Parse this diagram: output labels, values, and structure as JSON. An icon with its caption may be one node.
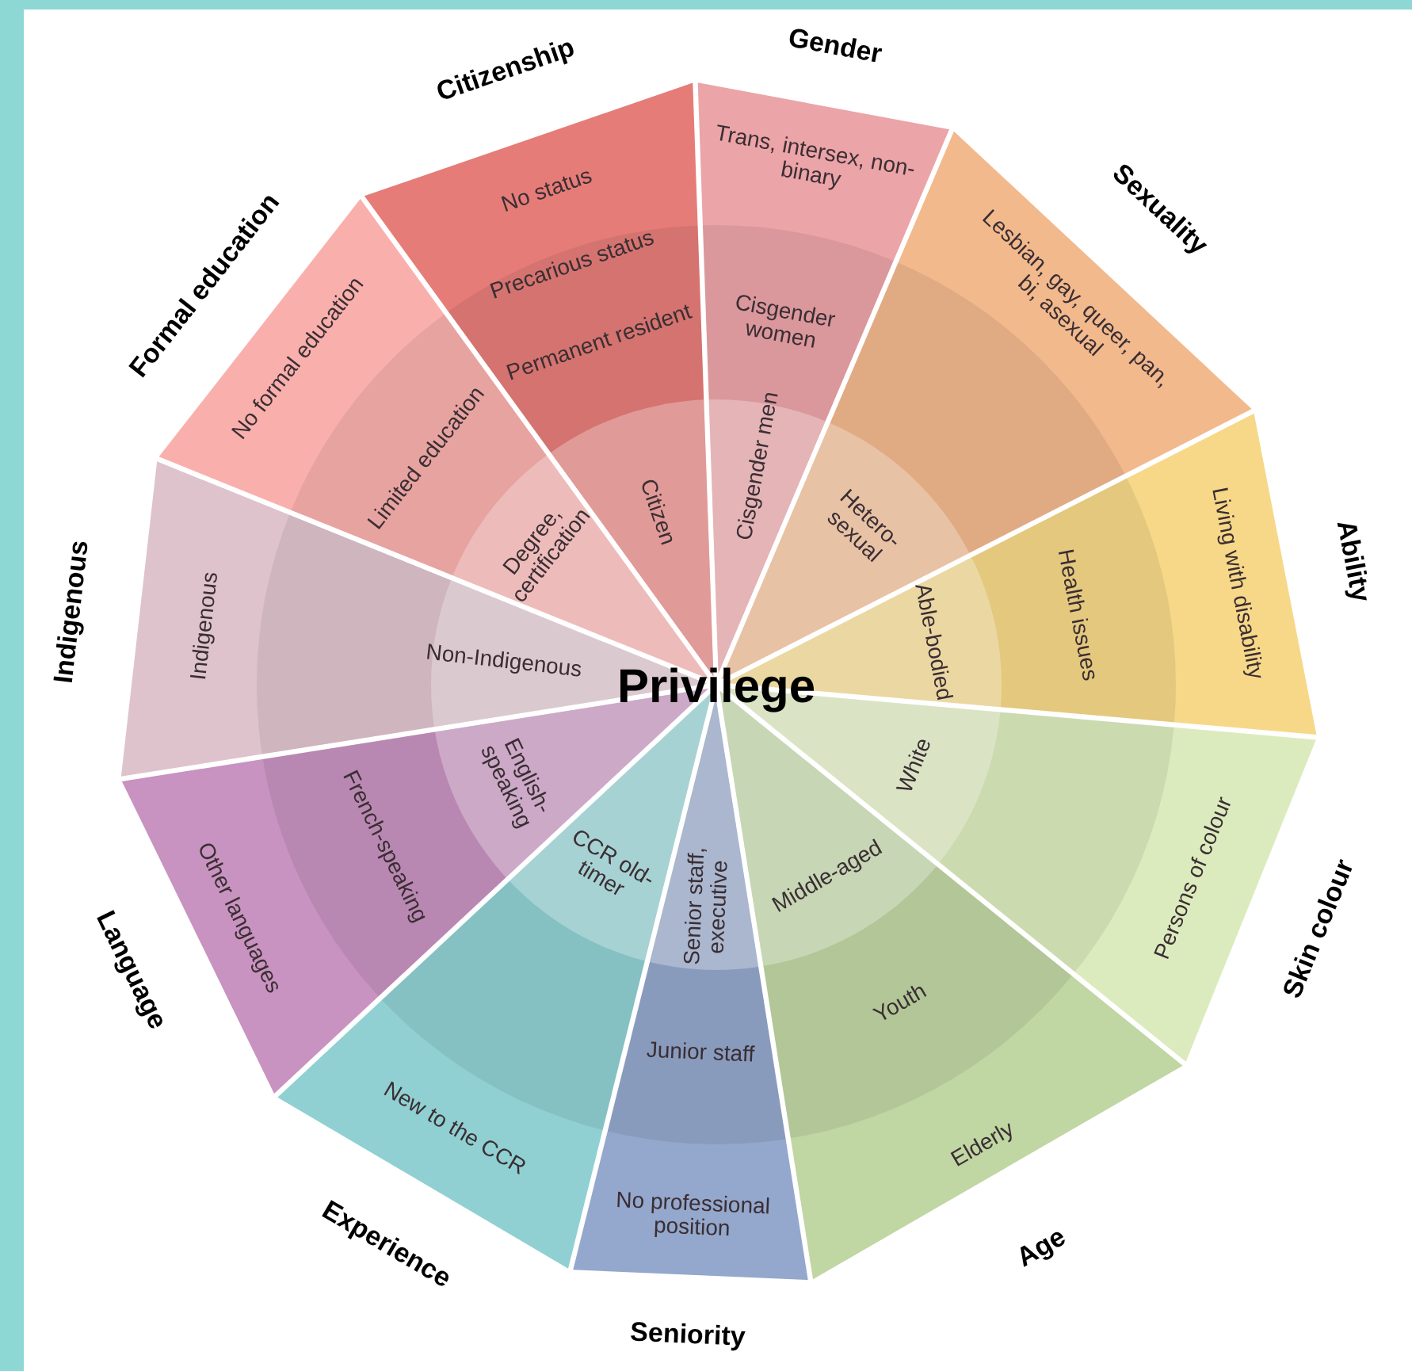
{
  "diagram": {
    "nodes": [
      {
        "text": [
          "Citizenship",
          "No status",
          "Precarious status",
          "Permanent resident",
          "Citizen"
        ]
      },
      {
        "text": [
          "Gender",
          "Trans, intersex, non-binary",
          "Cisgender women",
          "Cisgender men"
        ]
      },
      {
        "text": [
          "Sexuality",
          "Lesbian, gay, queer, pan, bi, asexual",
          "Hetero-sexual"
        ]
      },
      {
        "text": [
          "Ability",
          "Living with disability",
          "Health issues",
          "Able-bodied"
        ]
      },
      {
        "text": [
          "Skin colour",
          "Persons of colour",
          "White"
        ]
      },
      {
        "text": [
          "Age",
          "Elderly",
          "Youth",
          "Middle-aged"
        ]
      },
      {
        "text": [
          "Seniority",
          "No professional position",
          "Junior staff",
          "Senior staff, executive"
        ]
      },
      {
        "text": [
          "Experience",
          "New to the CCR",
          "CCR old-timer"
        ]
      },
      {
        "text": [
          "Language",
          "Other languages",
          "French-speaking",
          "English-speaking"
        ]
      },
      {
        "text": [
          "Indigenous",
          "Indigenous",
          "Non-Indigenous"
        ]
      },
      {
        "text": [
          "Formal education",
          "No formal education",
          "Limited education",
          "Degree, certification"
        ]
      }
    ],
    "labels": [
      "Privilege"
    ]
  }
}
